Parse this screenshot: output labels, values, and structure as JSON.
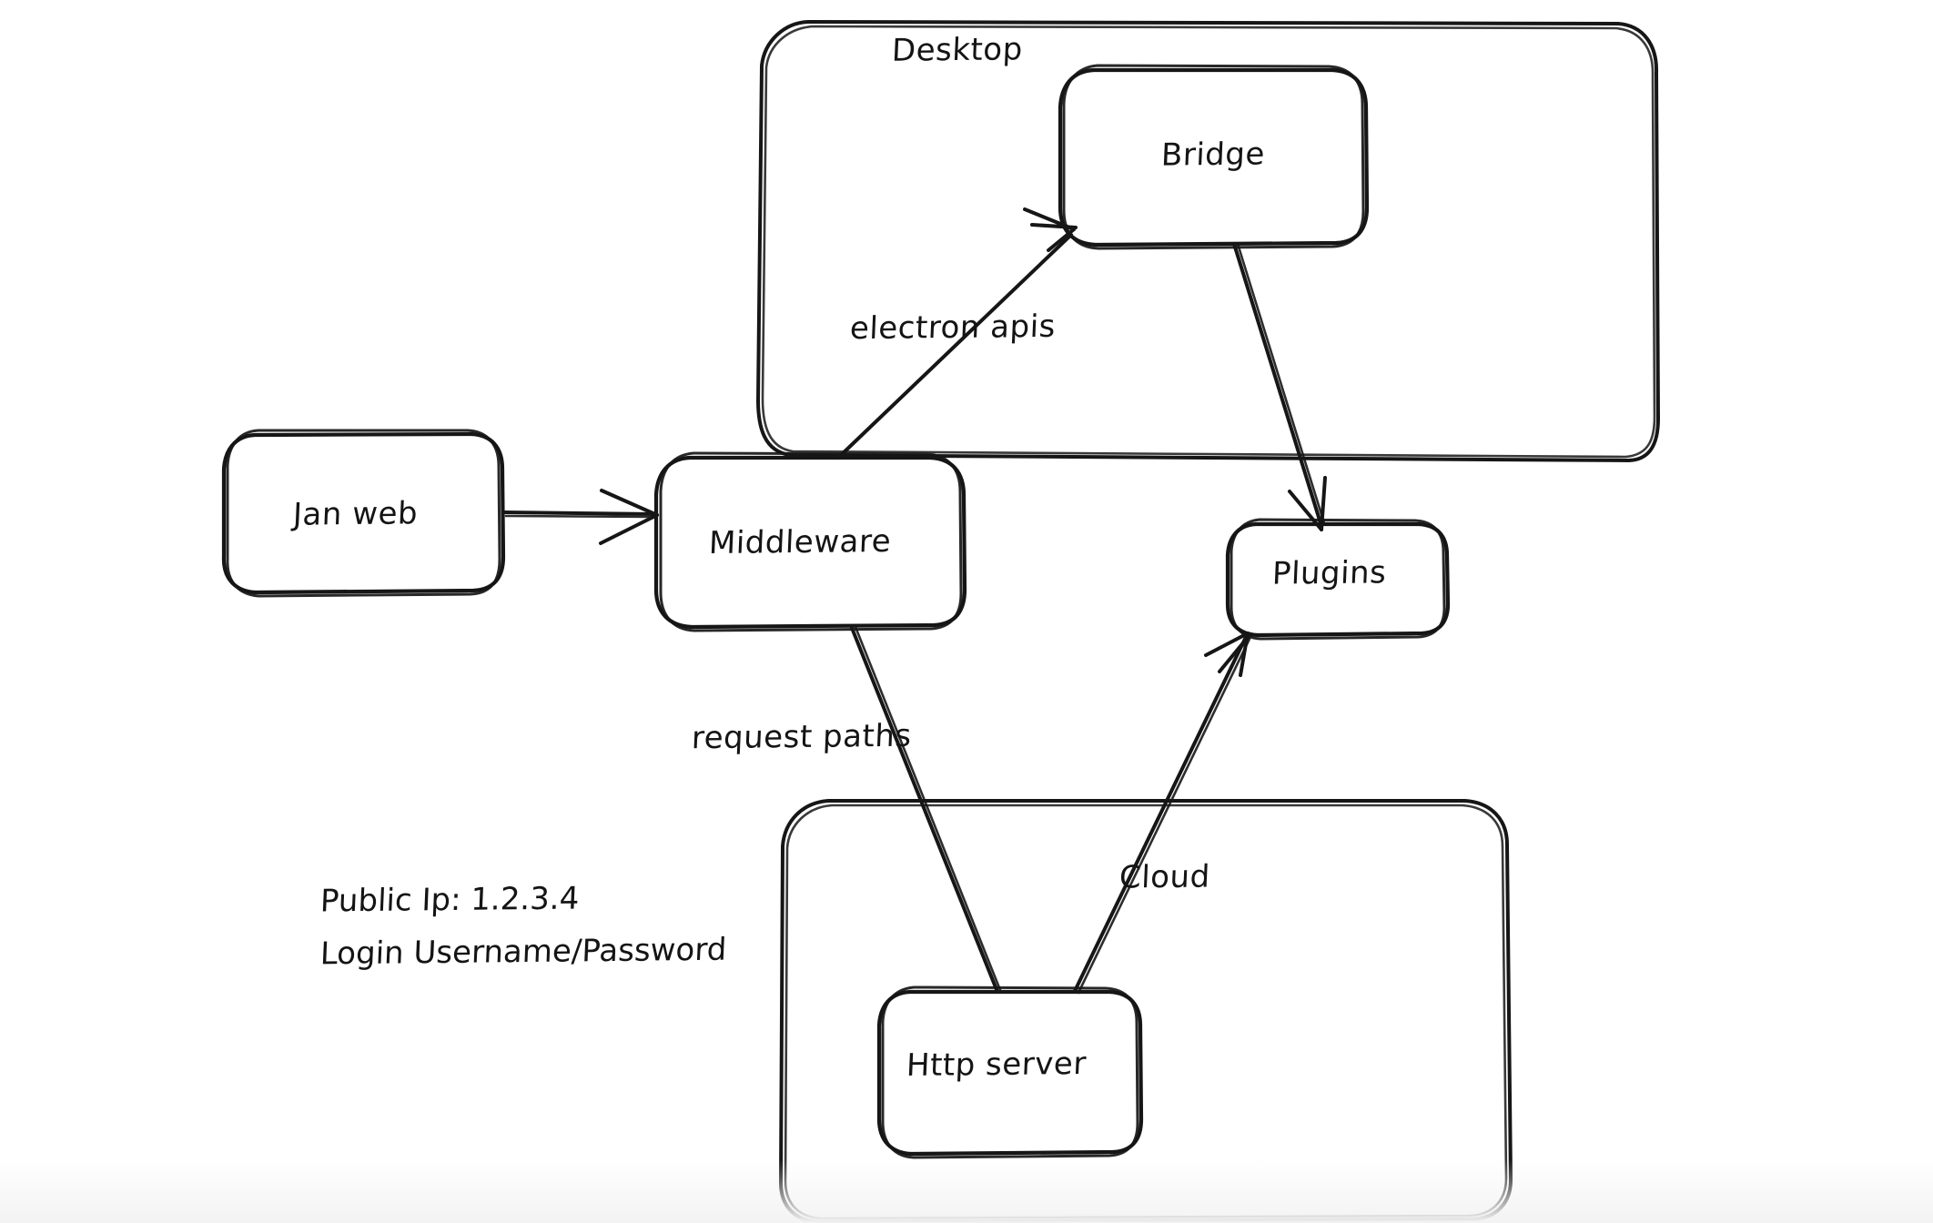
{
  "diagram": {
    "type": "architecture-flow",
    "style": "hand-drawn-whiteboard",
    "background_color": "#ffffff",
    "stroke_color": "#161616",
    "containers": [
      {
        "id": "desktop",
        "label": "Desktop"
      },
      {
        "id": "cloud",
        "label": "Cloud"
      }
    ],
    "nodes": [
      {
        "id": "jan-web",
        "label": "Jan web"
      },
      {
        "id": "middleware",
        "label": "Middleware"
      },
      {
        "id": "bridge",
        "label": "Bridge"
      },
      {
        "id": "plugins",
        "label": "Plugins"
      },
      {
        "id": "http-server",
        "label": "Http server"
      }
    ],
    "edges": [
      {
        "id": "jan-web-to-middleware",
        "from": "jan-web",
        "to": "middleware",
        "label": "",
        "arrow": true
      },
      {
        "id": "middleware-to-bridge",
        "from": "middleware",
        "to": "bridge",
        "label": "electron apis",
        "arrow": true
      },
      {
        "id": "bridge-to-plugins",
        "from": "bridge",
        "to": "plugins",
        "label": "",
        "arrow": true
      },
      {
        "id": "middleware-to-http-server",
        "from": "middleware",
        "to": "http-server",
        "label": "request paths",
        "arrow": false
      },
      {
        "id": "http-server-to-plugins",
        "from": "http-server",
        "to": "plugins",
        "label": "",
        "arrow": true
      }
    ],
    "notes": {
      "public_ip": "Public Ip: 1.2.3.4",
      "login": "Login Username/Password"
    }
  }
}
